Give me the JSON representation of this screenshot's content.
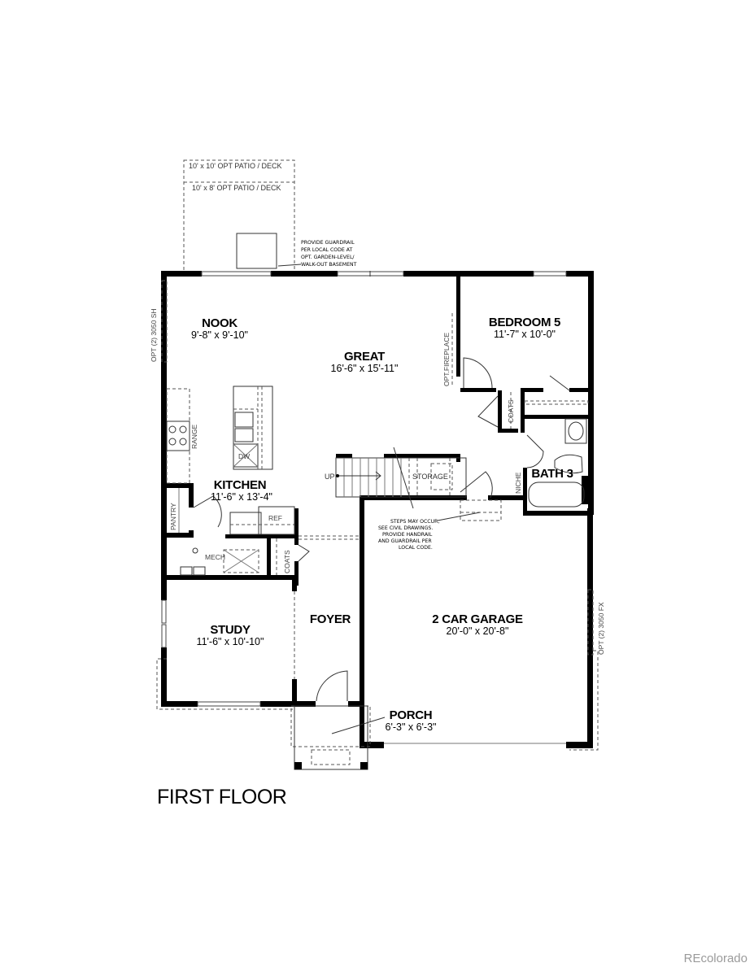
{
  "plan": {
    "title": "FIRST FLOOR",
    "watermark": "REcolorado",
    "rooms": {
      "nook": {
        "name": "NOOK",
        "dims": "9'-8\" x 9'-10\""
      },
      "great": {
        "name": "GREAT",
        "dims": "16'-6\" x 15'-11\""
      },
      "bedroom5": {
        "name": "BEDROOM 5",
        "dims": "11'-7\" x 10'-0\""
      },
      "kitchen": {
        "name": "KITCHEN",
        "dims": "11'-6\" x 13'-4\""
      },
      "bath3": {
        "name": "BATH 3"
      },
      "study": {
        "name": "STUDY",
        "dims": "11'-6\" x 10'-10\""
      },
      "foyer": {
        "name": "FOYER"
      },
      "garage": {
        "name": "2 CAR GARAGE",
        "dims": "20'-0\" x 20'-8\""
      },
      "porch": {
        "name": "PORCH",
        "dims": "6'-3\" x 6'-3\""
      }
    },
    "labels": {
      "patio_10x10": "10' x 10' OPT PATIO / DECK",
      "patio_10x8": "10' x 8' OPT PATIO / DECK",
      "opt_window_nook": "OPT (2) 3050 SH",
      "opt_fireplace": "OPT.FIREPLACE",
      "opt_window_garage": "OPT (2) 3050 FX",
      "range": "RANGE",
      "dw": "DW",
      "ref": "REF",
      "pantry": "PANTRY",
      "mech": "MECH",
      "coats_foyer": "COATS",
      "coats_hall": "COATS",
      "niche": "NICHE",
      "up": "UP",
      "storage": "STORAGE"
    },
    "notes": {
      "guardrail": [
        "PROVIDE GUARDRAIL",
        "PER LOCAL CODE AT",
        "OPT. GARDEN-LEVEL/",
        "WALK-OUT BASEMENT"
      ],
      "steps": [
        "STEPS MAY OCCUR,",
        "SEE CIVIL DRAWINGS.",
        "PROVIDE HANDRAIL",
        "AND GUARDRAIL PER",
        "LOCAL CODE."
      ]
    }
  }
}
